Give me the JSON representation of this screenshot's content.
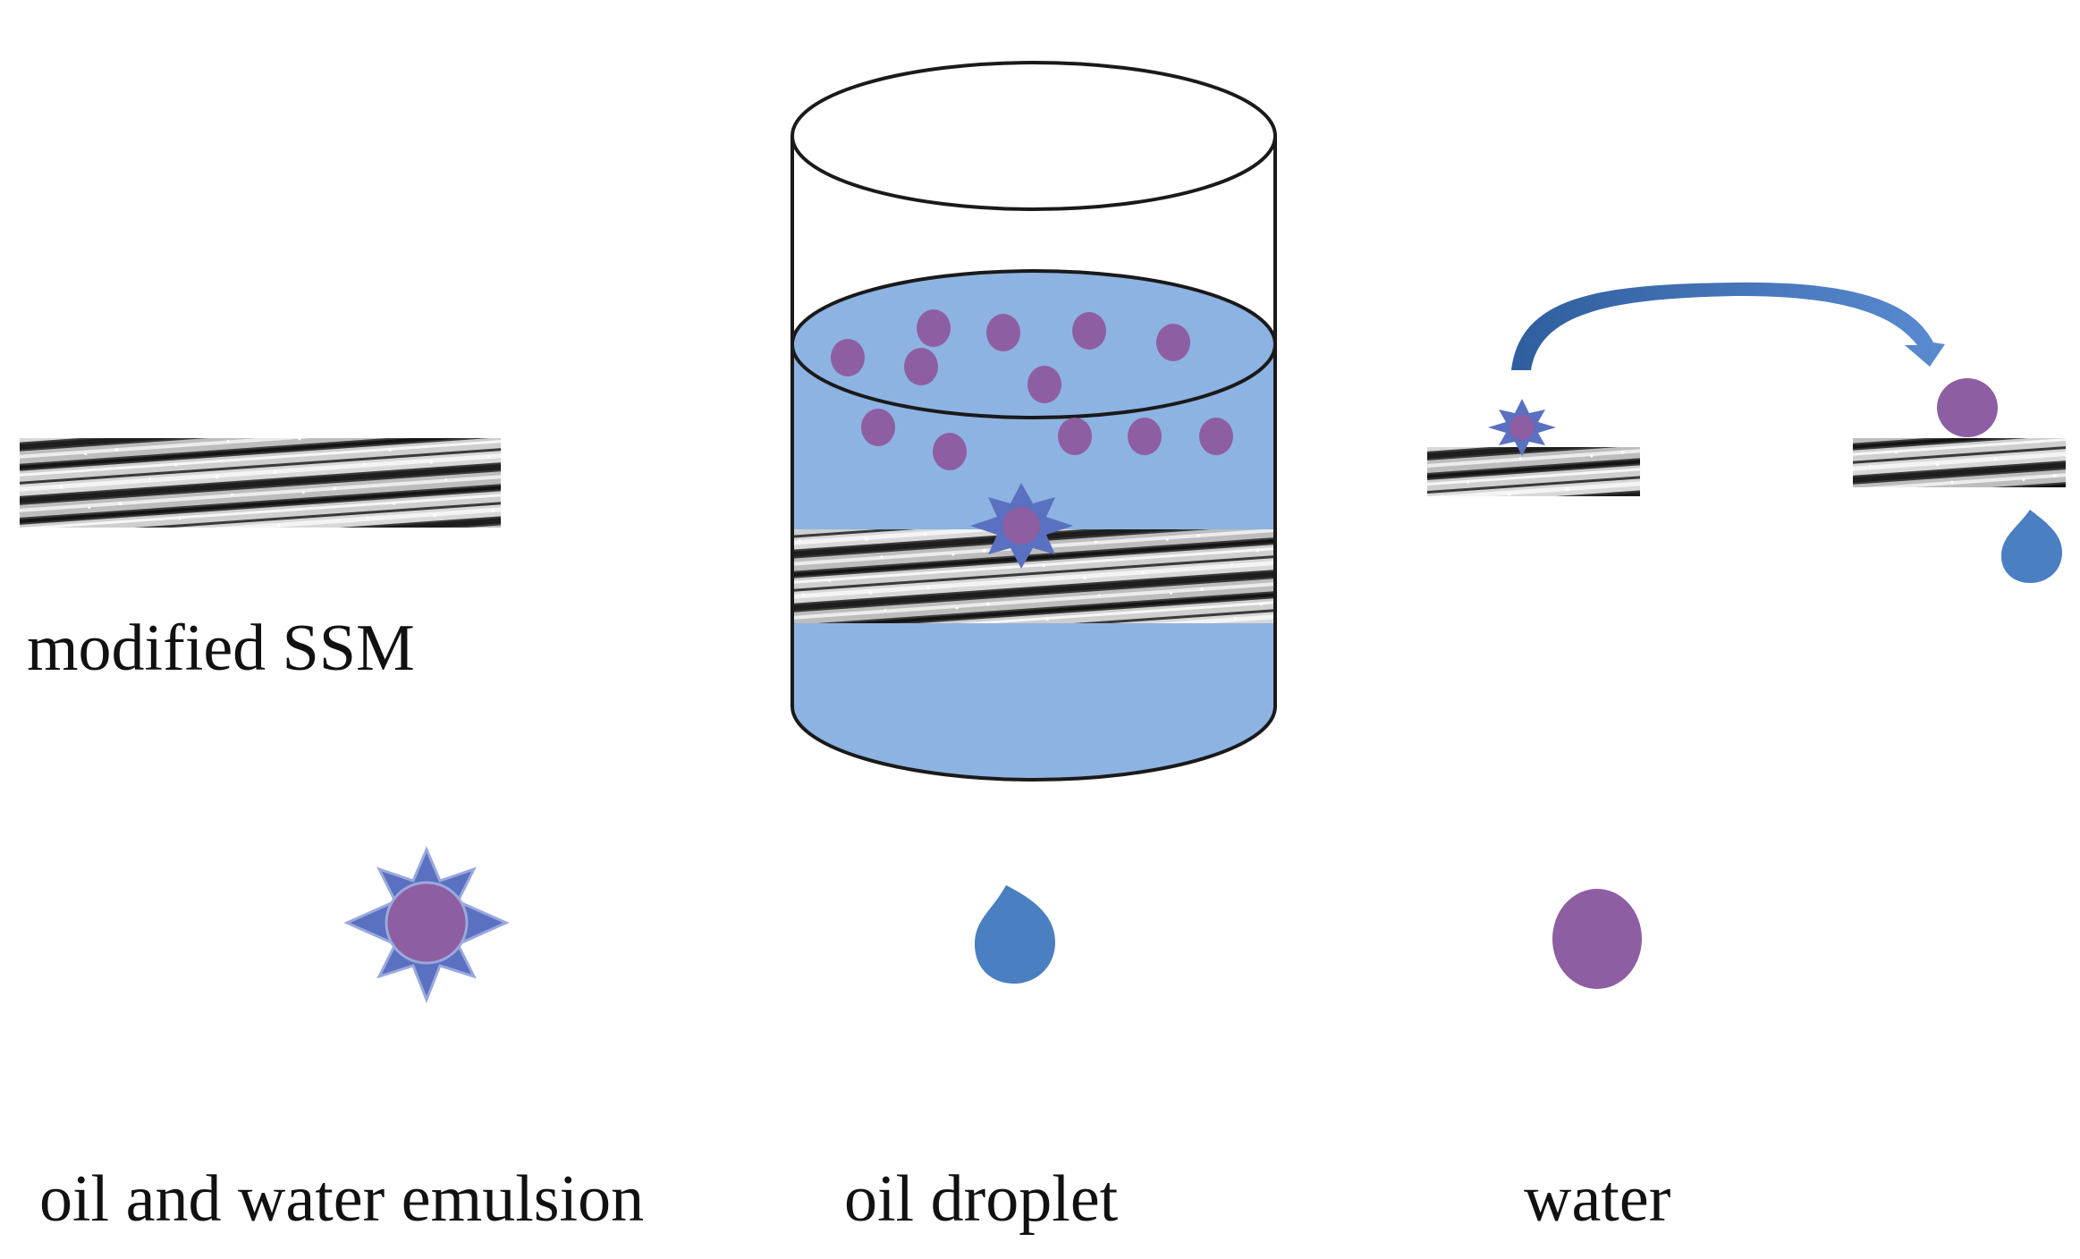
{
  "labels": {
    "modified_ssm": "modified SSM",
    "emulsion": "oil and water emulsion",
    "oil_droplet": "oil droplet",
    "water": "water"
  },
  "colors": {
    "liquid": "#8db3e2",
    "water_purple": "#8e5ea2",
    "oil_blue": "#4a7fc1",
    "star_blue": "#5a70c0",
    "arrow_blue": "#3e6fb6",
    "outline": "#1a1a1a"
  },
  "icons": {
    "mesh": "steel-mesh-icon",
    "emulsion": "emulsion-star-icon",
    "oil": "oil-droplet-icon",
    "water": "water-dot-icon",
    "arrow": "curved-arrow-icon",
    "beaker": "beaker-icon"
  }
}
